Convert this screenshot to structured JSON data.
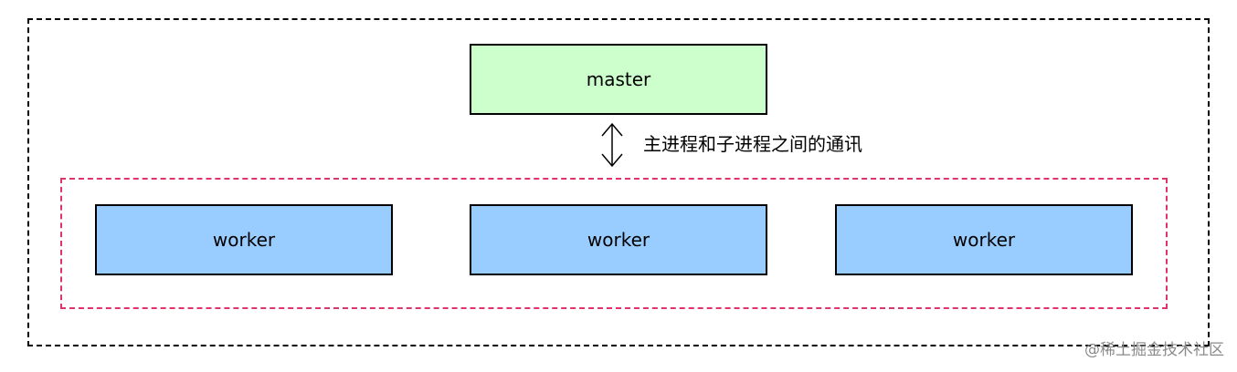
{
  "diagram": {
    "master_label": "master",
    "workers": [
      "worker",
      "worker",
      "worker"
    ],
    "communication_label": "主进程和子进程之间的通讯",
    "watermark": "@稀土掘金技术社区"
  },
  "colors": {
    "master_fill": "#ccffcc",
    "worker_fill": "#99ccff",
    "worker_group_border": "#e0336a",
    "outer_border": "#000000"
  }
}
